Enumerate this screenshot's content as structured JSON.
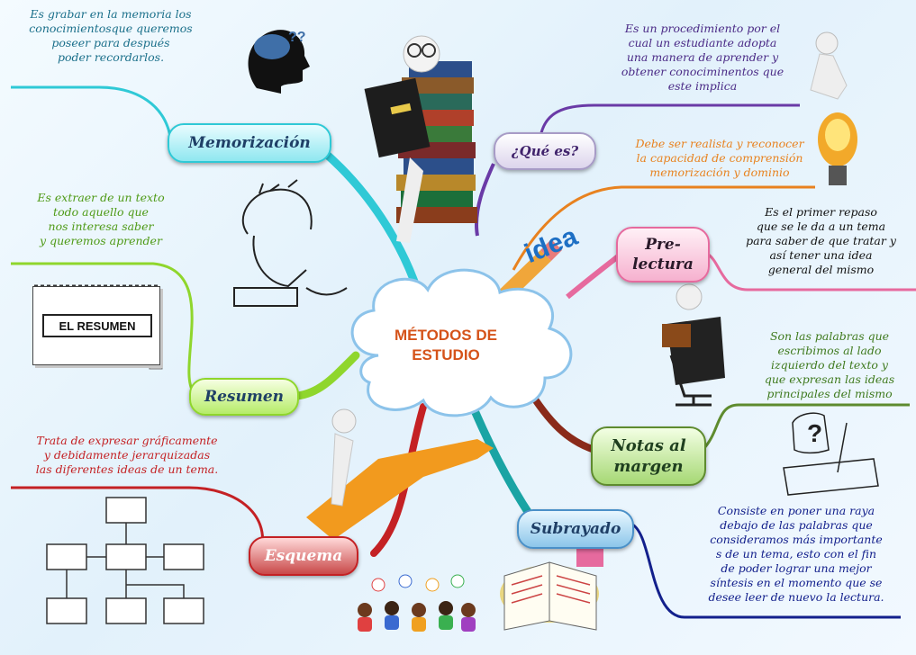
{
  "title": "MÉTODOS DE ESTUDIO",
  "center": {
    "line1": "MÉTODOS DE",
    "line2": "ESTUDIO"
  },
  "branches": {
    "memorizacion": {
      "label": "Memorización",
      "text": [
        "Es grabar en la memoria los",
        "conocimientosque queremos",
        "poseer para después",
        "poder recordarlos."
      ],
      "color": "#2fc9d6"
    },
    "que_es": {
      "label": "¿Qué es?",
      "text": [
        "Es un procedimiento por el",
        "cual  un estudiante adopta",
        "una manera de aprender  y",
        "obtener conociminentos que",
        "este implica"
      ],
      "color": "#6a3aa6"
    },
    "caracteristicas": {
      "text": [
        "Debe ser realista y reconocer",
        "la capacidad de comprensión",
        "memorización y dominio"
      ],
      "color": "#e8821f"
    },
    "prelectura": {
      "label_lines": [
        "Pre-",
        "lectura"
      ],
      "text": [
        "Es el primer repaso",
        "que se le da a un tema",
        "para saber de que tratar y",
        "así  tener una idea",
        "general del mismo"
      ],
      "color": "#e66a9e"
    },
    "resumen": {
      "label": "Resumen",
      "text": [
        "Es extraer de un texto",
        "todo aquello que",
        "nos interesa saber",
        "y queremos aprender"
      ],
      "sign": "EL RESUMEN",
      "color": "#8fd62c"
    },
    "notas_al_margen": {
      "label_lines": [
        "Notas al",
        "margen"
      ],
      "text": [
        "Son las palabras que",
        "escribimos al lado",
        "izquierdo del texto y",
        "que expresan las ideas",
        "principales del mismo"
      ],
      "color": "#5e8b2e"
    },
    "esquema": {
      "label": "Esquema",
      "text": [
        "Trata de expresar gráficamente",
        "y debidamente jerarquizadas",
        "las diferentes ideas de un tema."
      ],
      "color": "#c42124"
    },
    "subrayado": {
      "label": "Subrayado",
      "text": [
        "Consiste en poner una raya",
        "debajo de las palabras que",
        "consideramos más importante",
        "s de un tema, esto con el fin",
        "de poder lograr una mejor",
        "síntesis en el momento que se",
        "desee leer de nuevo la lectura."
      ],
      "color": "#13208c"
    }
  },
  "decor": {
    "idea_word": "idea",
    "question_mark": "?"
  }
}
